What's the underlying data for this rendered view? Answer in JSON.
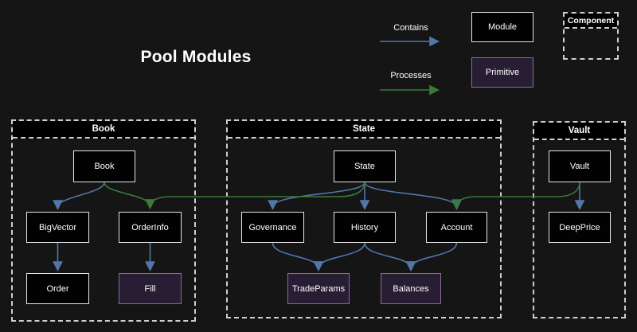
{
  "title": "Pool Modules",
  "colors": {
    "background": "#151515",
    "box_fill": "#020202",
    "box_border": "#e6e6e6",
    "primitive_fill": "#281e33",
    "primitive_border": "#8b6aa3",
    "group_border": "#cfcfcf",
    "contains": "#5276ab",
    "processes": "#3a7a3a",
    "text": "#ffffff"
  },
  "legend": {
    "contains_label": "Contains",
    "processes_label": "Processes",
    "module_label": "Module",
    "primitive_label": "Primitive",
    "component_label": "Component"
  },
  "groups": [
    {
      "id": "book",
      "title": "Book"
    },
    {
      "id": "state",
      "title": "State"
    },
    {
      "id": "vault",
      "title": "Vault"
    }
  ],
  "nodes": {
    "book": "Book",
    "bigvector": "BigVector",
    "orderinfo": "OrderInfo",
    "order": "Order",
    "fill": "Fill",
    "state": "State",
    "governance": "Governance",
    "history": "History",
    "account": "Account",
    "tradeparams": "TradeParams",
    "balances": "Balances",
    "vault": "Vault",
    "deepprice": "DeepPrice"
  },
  "edges": {
    "contains": [
      [
        "Book",
        "BigVector"
      ],
      [
        "BigVector",
        "Order"
      ],
      [
        "OrderInfo",
        "Fill"
      ],
      [
        "State",
        "Governance"
      ],
      [
        "State",
        "History"
      ],
      [
        "State",
        "Account"
      ],
      [
        "Governance",
        "TradeParams"
      ],
      [
        "History",
        "TradeParams"
      ],
      [
        "History",
        "Balances"
      ],
      [
        "Account",
        "Balances"
      ],
      [
        "Vault",
        "DeepPrice"
      ]
    ],
    "processes": [
      [
        "Book",
        "OrderInfo"
      ],
      [
        "State",
        "OrderInfo"
      ],
      [
        "Vault",
        "Account"
      ]
    ]
  }
}
